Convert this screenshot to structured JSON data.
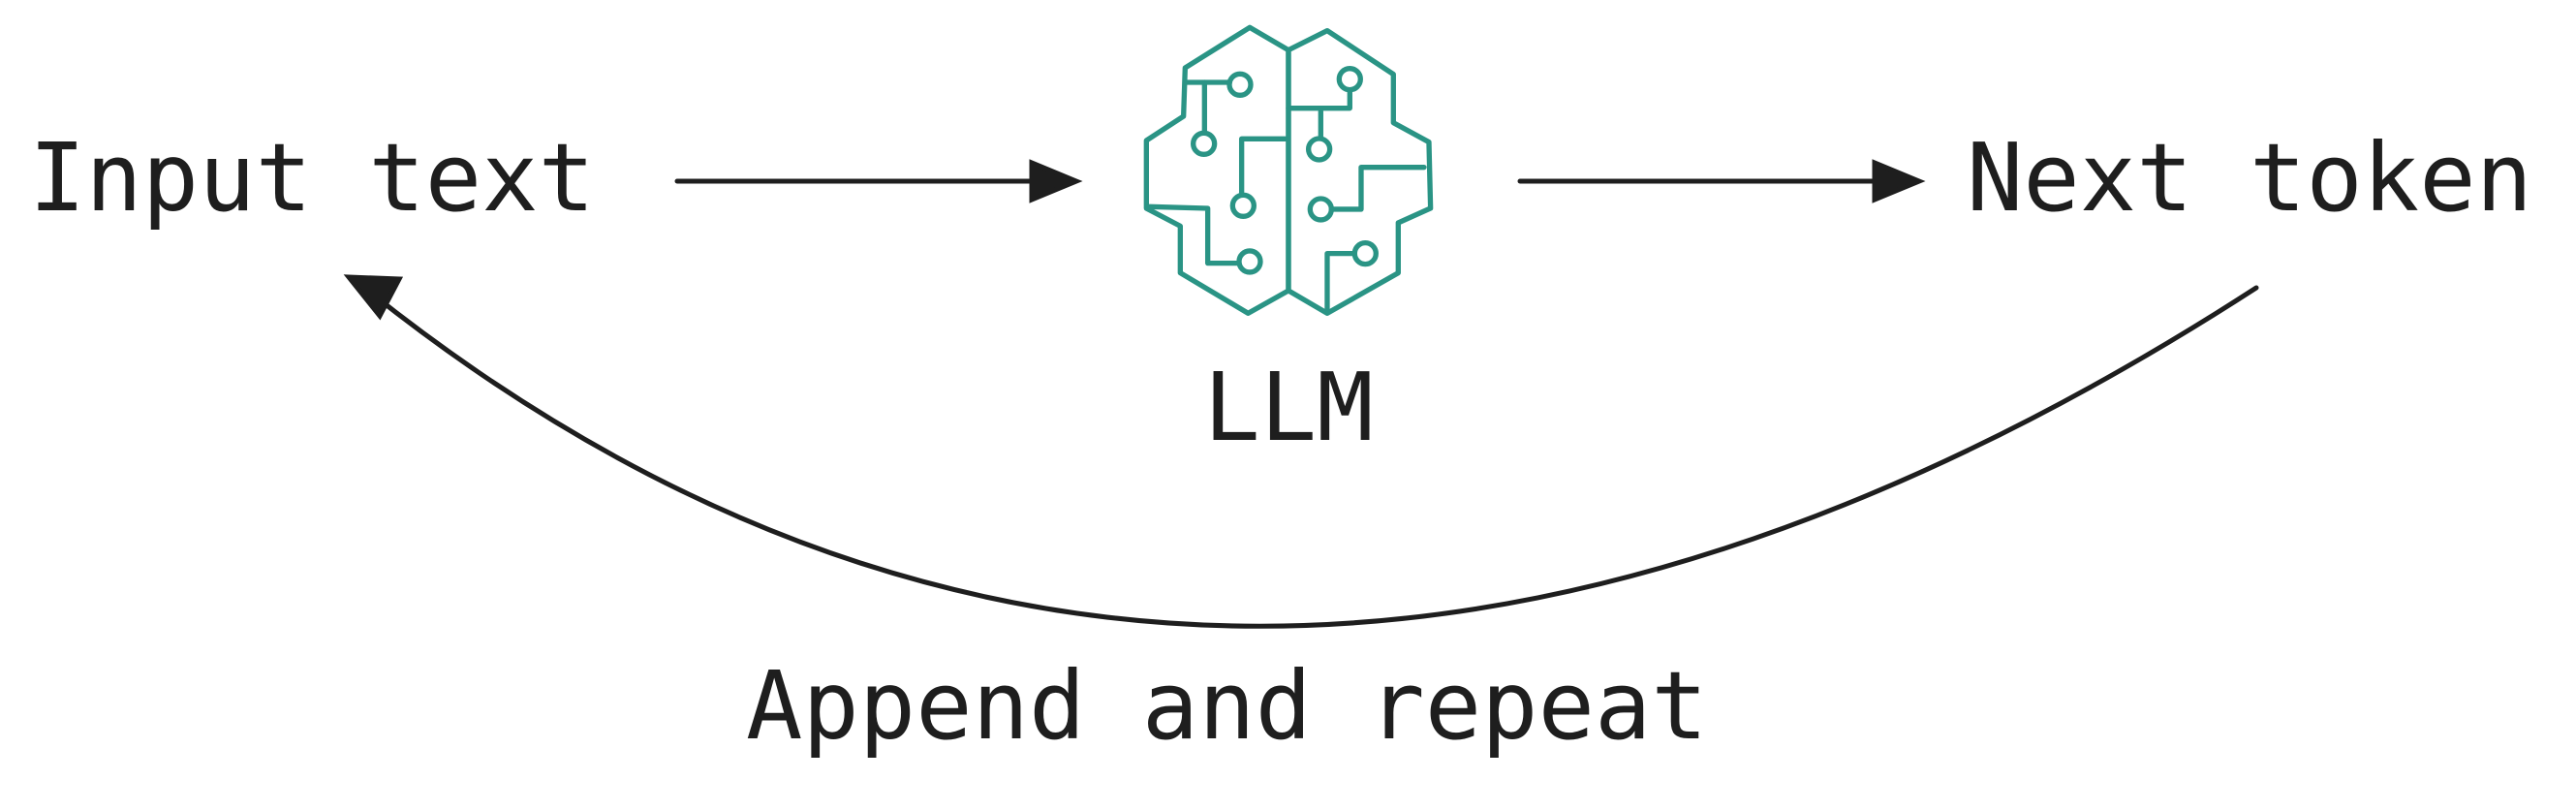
{
  "nodes": {
    "input": "Input text",
    "model": "LLM",
    "output": "Next token"
  },
  "loop_label": "Append and repeat",
  "colors": {
    "stroke": "#1e1e1e",
    "accent": "#2a9485"
  },
  "icons": {
    "model": "brain-circuit-icon"
  }
}
